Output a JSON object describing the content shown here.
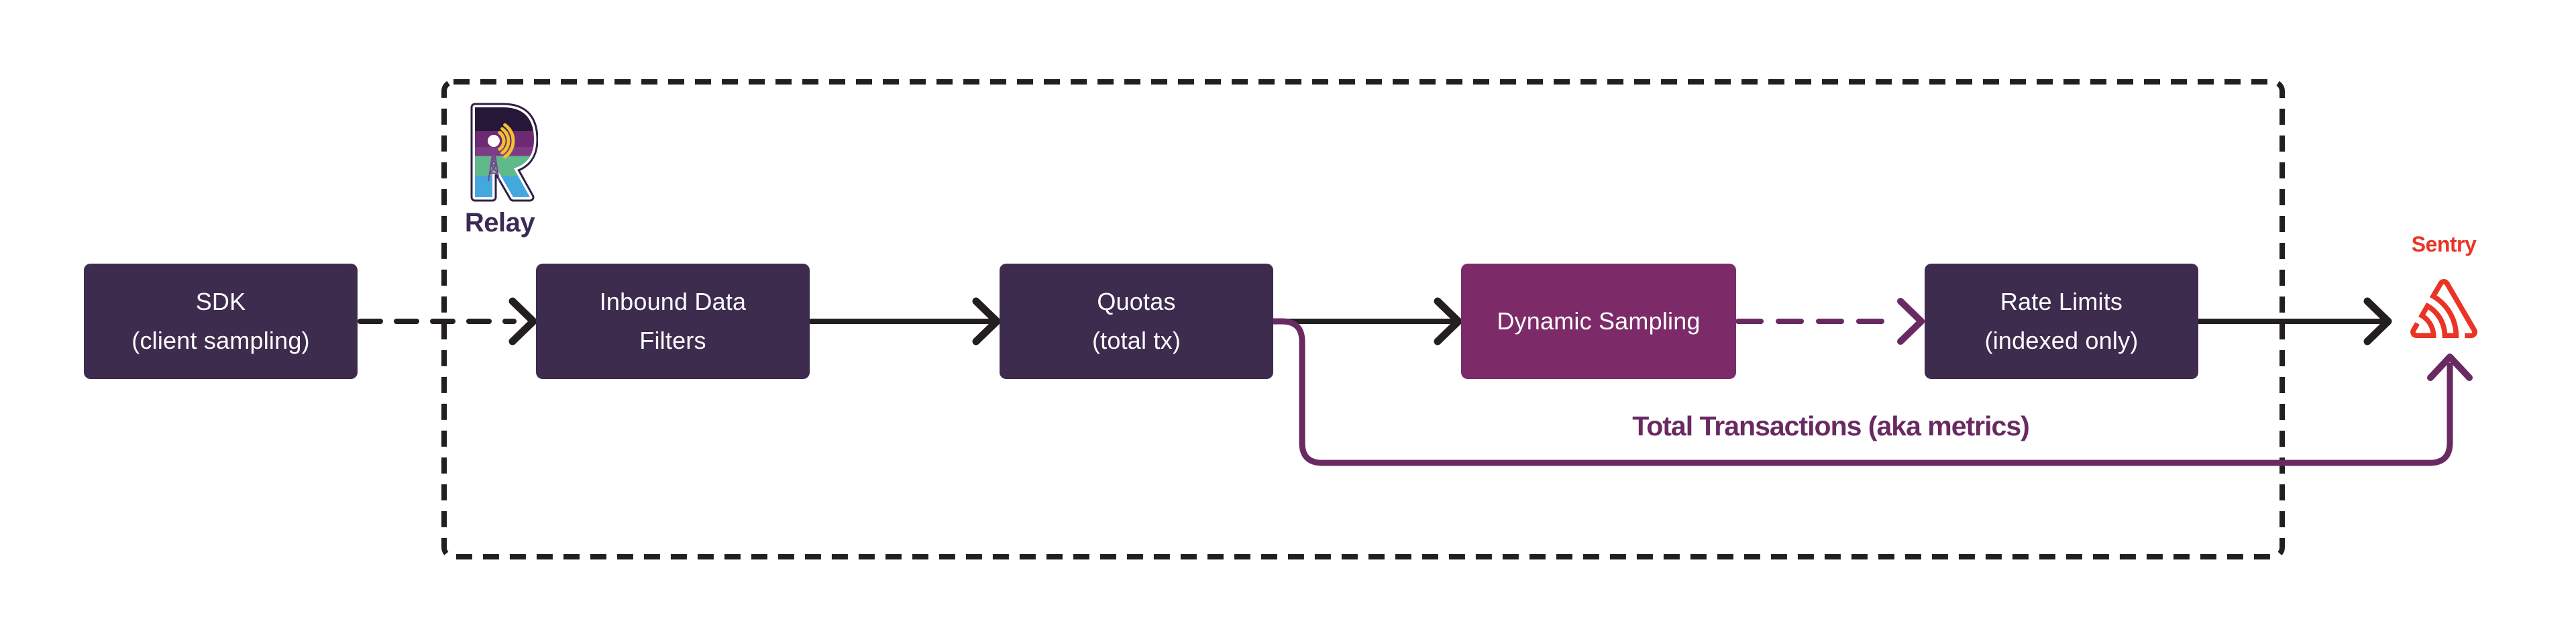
{
  "nodes": {
    "sdk": {
      "line1": "SDK",
      "line2": "(client sampling)"
    },
    "inbound_data_filters": {
      "line1": "Inbound Data",
      "line2": "Filters"
    },
    "quotas": {
      "line1": "Quotas",
      "line2": "(total tx)"
    },
    "dynamic_sampling": {
      "line1": "Dynamic Sampling"
    },
    "rate_limits": {
      "line1": "Rate Limits",
      "line2": "(indexed only)"
    }
  },
  "labels": {
    "relay": "Relay",
    "sentry": "Sentry",
    "total_transactions": "Total Transactions (aka metrics)"
  },
  "icons": {
    "relay_logo": "relay-radio-tower-R-logo",
    "sentry_logo": "sentry-triangle-signal-logo"
  },
  "colors": {
    "node_dark_purple": "#3e2c4f",
    "node_magenta": "#7c2b68",
    "arrow_black": "#231f20",
    "arrow_purple": "#692a62",
    "relay_text": "#3a2a55",
    "sentry_red": "#ea3425",
    "background": "#ffffff"
  }
}
